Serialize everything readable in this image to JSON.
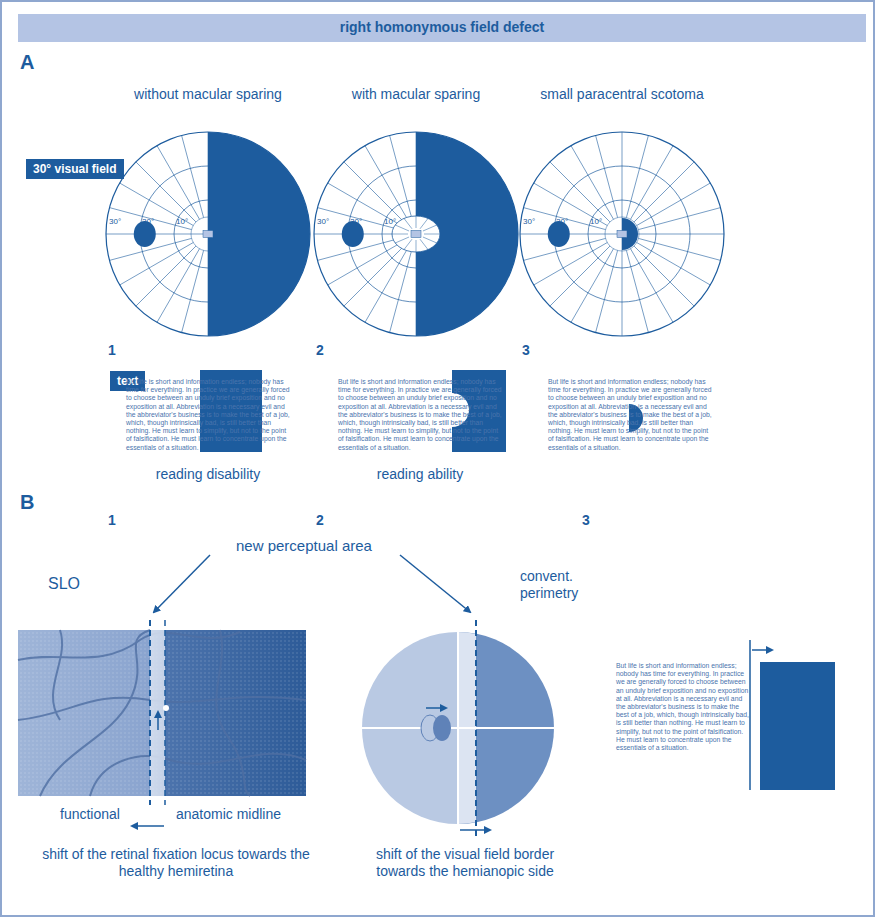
{
  "diagram": {
    "title": "right homonymous field defect",
    "nodes": [
      {
        "text": [
          "30° visual field"
        ]
      },
      {
        "text": [
          "text"
        ]
      }
    ],
    "labels": [
      "A",
      "without macular sparing",
      "with macular sparing",
      "small paracentral scotoma",
      "30°",
      "20°",
      "10°",
      "30°",
      "20°",
      "10°",
      "30°",
      "20°",
      "10°",
      "1",
      "2",
      "3",
      "But life is short and information endless; nobody has time for everything. In practice we are generally forced to choose between an unduly brief exposition and no exposition at all. Abbreviation is a necessary evil and the abbreviator's business is to make the best of a job, which, though intrinsically bad, is still better than nothing. He must learn to simplify, but not to the point of falsification. He must learn to concentrate upon the essentials of a situation.",
      "But life is short and information endless; nobody has time for everything. In practice we are generally forced to choose between an unduly brief exposition and no exposition at all. Abbreviation is a necessary evil and the abbreviator's business is to make the best of a job, which, though intrinsically bad, is still better than nothing. He must learn to simplify, but not to the point of falsification. He must learn to concentrate upon the essentials of a situation.",
      "But life is short and information endless; nobody has time for everything. In practice we are generally forced to choose between an unduly brief exposition and no exposition at all. Abbreviation is a necessary evil and the abbreviator's business is to make the best of a job, which, though intrinsically bad, is still better than nothing. He must learn to simplify, but not to the point of falsification. He must learn to concentrate upon the essentials of a situation.",
      "reading disability",
      "reading ability",
      "B",
      "1",
      "2",
      "3",
      "new perceptual area",
      "SLO",
      "convent. perimetry",
      "But life is short and information endless; nobody has time for everything. In practice we are generally forced to choose between an unduly brief exposition and no exposition at all. Abbreviation is a necessary evil and the abbreviator's business is to make the best of a job, which, though intrinsically bad, is still better than nothing. He must learn to simplify, but not to the point of falsification. He must learn to concentrate upon the essentials of a situation.",
      "functional",
      "anatomic midline",
      "shift of the retinal fixation locus towards the healthy hemiretina",
      "shift of the visual field border towards the hemianopic side"
    ]
  }
}
